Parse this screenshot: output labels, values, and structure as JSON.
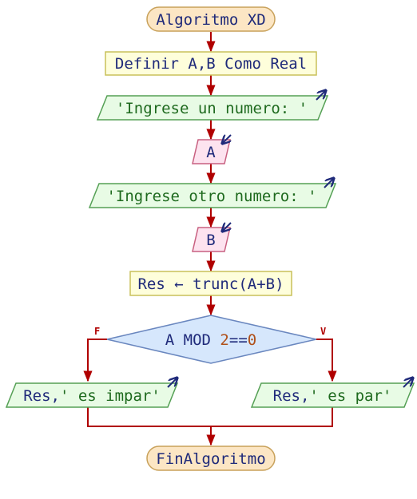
{
  "diagram": {
    "start": {
      "text": "Algoritmo XD"
    },
    "define": {
      "text": "Definir A,B Como Real"
    },
    "output1": {
      "text": "'Ingrese un numero: '"
    },
    "input_a": {
      "text": "A"
    },
    "output2": {
      "text": "'Ingrese otro numero: '"
    },
    "input_b": {
      "text": "B"
    },
    "assign": {
      "text": "Res ← trunc(A+B)"
    },
    "decision": {
      "var_part": "A MOD ",
      "num1": "2",
      "op": "==",
      "num2": "0"
    },
    "branch_false_label": "F",
    "branch_true_label": "V",
    "output_odd": {
      "var_part": "Res,",
      "string_part": "' es impar'"
    },
    "output_even": {
      "var_part": "Res,",
      "string_part": "' es  par'"
    },
    "end": {
      "text": "FinAlgoritmo"
    }
  },
  "colors": {
    "arrow": "#b00000",
    "terminal_fill": "#fce6c4",
    "terminal_stroke": "#c8a15a",
    "process_fill": "#fefedb",
    "process_stroke": "#c8c15a",
    "output_fill": "#e8fbe5",
    "output_stroke": "#55a055",
    "input_fill": "#fde3ef",
    "input_stroke": "#c86080",
    "decision_fill": "#d6e7fc",
    "decision_stroke": "#6a87bf",
    "text": "#1f2a7a",
    "string_text": "#1e6a1e",
    "number_text": "#b0501a",
    "io_arrow": "#1f2a7a"
  }
}
